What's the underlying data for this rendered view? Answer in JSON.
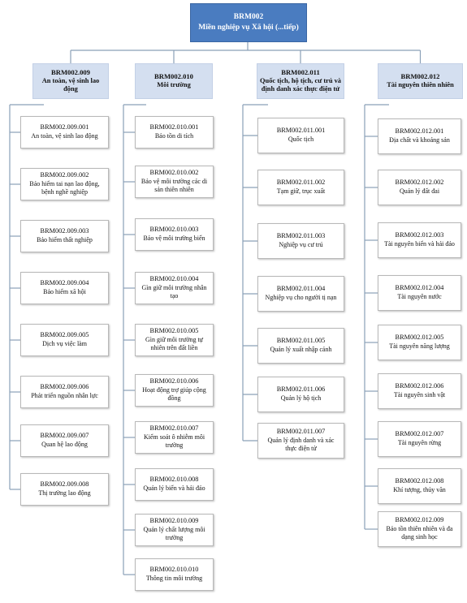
{
  "root": {
    "code": "BRM002",
    "title": "Miền nghiệp vụ Xã hội (...tiếp)"
  },
  "columns": [
    {
      "code": "BRM002.009",
      "title": "An toàn, vệ sinh lao động",
      "items": [
        {
          "code": "BRM002.009.001",
          "title": "An toàn, vệ sinh lao động"
        },
        {
          "code": "BRM002.009.002",
          "title": "Bảo hiểm tai nạn lao động, bệnh nghề nghiệp"
        },
        {
          "code": "BRM002.009.003",
          "title": "Bảo hiểm thất nghiệp"
        },
        {
          "code": "BRM002.009.004",
          "title": "Bảo hiểm xã hội"
        },
        {
          "code": "BRM002.009.005",
          "title": "Dịch vụ việc làm"
        },
        {
          "code": "BRM002.009.006",
          "title": "Phát triển nguồn nhân lực"
        },
        {
          "code": "BRM002.009.007",
          "title": "Quan hệ lao động"
        },
        {
          "code": "BRM002.009.008",
          "title": "Thị trường lao động"
        }
      ]
    },
    {
      "code": "BRM002.010",
      "title": "Môi trường",
      "items": [
        {
          "code": "BRM002.010.001",
          "title": "Bảo tồn di tích"
        },
        {
          "code": "BRM002.010.002",
          "title": "Bảo vệ môi trường các di sản thiên nhiên"
        },
        {
          "code": "BRM002.010.003",
          "title": "Bảo vệ môi trường biển"
        },
        {
          "code": "BRM002.010.004",
          "title": "Gìn giữ môi trường nhân tạo"
        },
        {
          "code": "BRM002.010.005",
          "title": "Gìn giữ môi trường tự nhiên trên đất liền"
        },
        {
          "code": "BRM002.010.006",
          "title": "Hoạt động trợ giúp cộng đồng"
        },
        {
          "code": "BRM002.010.007",
          "title": "Kiểm soát ô nhiễm môi trường"
        },
        {
          "code": "BRM002.010.008",
          "title": "Quản lý biển và hải đảo"
        },
        {
          "code": "BRM002.010.009",
          "title": "Quản lý chất lượng môi trường"
        },
        {
          "code": "BRM002.010.010",
          "title": "Thông tin môi trường"
        }
      ]
    },
    {
      "code": "BRM002.011",
      "title": "Quốc tịch, hộ tịch, cư trú và định danh xác thực điện tử",
      "items": [
        {
          "code": "BRM002.011.001",
          "title": "Quốc tịch"
        },
        {
          "code": "BRM002.011.002",
          "title": "Tạm giữ, trục xuất"
        },
        {
          "code": "BRM002.011.003",
          "title": "Nghiệp vụ cư trú"
        },
        {
          "code": "BRM002.011.004",
          "title": "Nghiệp vụ cho người tị nạn"
        },
        {
          "code": "BRM002.011.005",
          "title": "Quản lý xuất nhập cảnh"
        },
        {
          "code": "BRM002.011.006",
          "title": "Quản lý hộ tịch"
        },
        {
          "code": "BRM002.011.007",
          "title": "Quản lý định danh và xác thực điện tử"
        }
      ]
    },
    {
      "code": "BRM002.012",
      "title": "Tài nguyên thiên nhiên",
      "items": [
        {
          "code": "BRM002.012.001",
          "title": "Địa chất và khoáng sản"
        },
        {
          "code": "BRM002.012.002",
          "title": "Quản lý đất đai"
        },
        {
          "code": "BRM002.012.003",
          "title": "Tài nguyên biển và hải đảo"
        },
        {
          "code": "BRM002.012.004",
          "title": "Tài nguyên nước"
        },
        {
          "code": "BRM002.012.005",
          "title": "Tài nguyên năng lượng"
        },
        {
          "code": "BRM002.012.006",
          "title": "Tài nguyên sinh vật"
        },
        {
          "code": "BRM002.012.007",
          "title": "Tài nguyên rừng"
        },
        {
          "code": "BRM002.012.008",
          "title": "Khí tượng, thủy văn"
        },
        {
          "code": "BRM002.012.009",
          "title": "Bảo tồn thiên nhiên và đa dạng sinh học"
        }
      ]
    }
  ]
}
